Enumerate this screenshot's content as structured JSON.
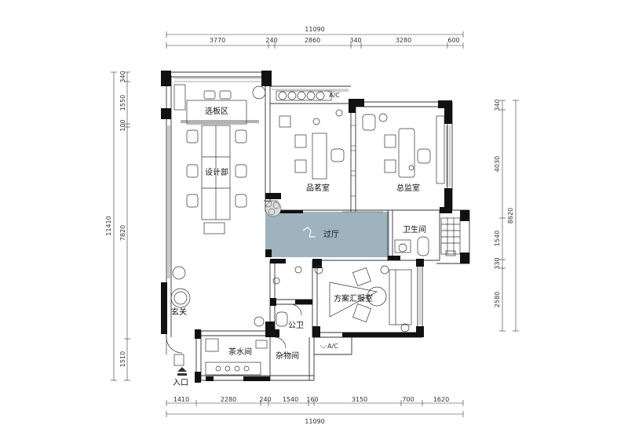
{
  "dimensions": {
    "top_total": "11090",
    "top_segments": [
      "3770",
      "240",
      "2860",
      "340",
      "3280",
      "600"
    ],
    "bottom_segments": [
      "1410",
      "2280",
      "240",
      "1540",
      "160",
      "3150",
      "700",
      "1620"
    ],
    "bottom_total": "11090",
    "left_total": "11410",
    "left_segments": [
      "340",
      "1550",
      "100",
      "7820",
      "1510"
    ],
    "right_total": "8620",
    "right_segments": [
      "340",
      "4030",
      "1540",
      "330",
      "2580"
    ]
  },
  "rooms": {
    "xuanban": "选板区",
    "sheji": "设计部",
    "pinming": "品茗室",
    "zongjian": "总监室",
    "guoting": "过厅",
    "weisheng": "卫生间",
    "fangan": "方案汇报室",
    "xuanguan": "玄关",
    "gongwei": "公卫",
    "chashui": "茶水间",
    "zawu": "杂物间",
    "rukou": "入口"
  },
  "ac_label": "A/C",
  "colors": {
    "wall": "#111111",
    "hall_fill": "#9fb3bf",
    "line": "#333333"
  }
}
